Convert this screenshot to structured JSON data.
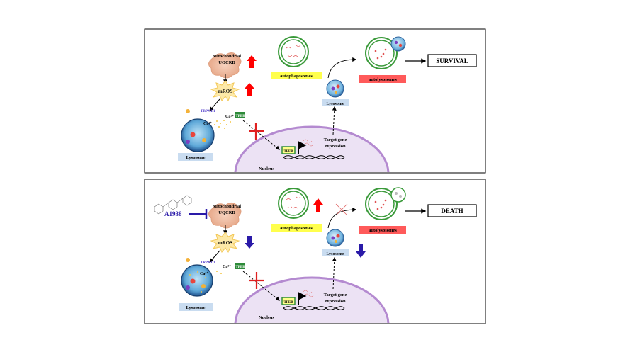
{
  "panel_top": {
    "mito": [
      "Mitochondrial",
      "UQCRB"
    ],
    "mros": "mROS",
    "trpml1": "TRPML1",
    "ca": "Ca²⁺",
    "ca2": "Ca²⁺",
    "tfeb": "TFEB",
    "tfeb_nuc": "TFEB",
    "lysosome_left": "Lysosome",
    "nucleus": "Nucleus",
    "target": [
      "Target gene",
      "expression"
    ],
    "autophagosomes": "autophagosomes",
    "lysosome_mid": "Lysosome",
    "autolysosomes": "autolysosomes",
    "outcome": "SURVIVAL"
  },
  "panel_bottom": {
    "drug": "A1938",
    "mito": [
      "Mitochondrial",
      "UQCRB"
    ],
    "mros": "mROS",
    "trpml1": "TRPML1",
    "ca": "Ca²⁺",
    "ca2": "Ca²⁺",
    "tfeb": "TFEB",
    "tfeb_nuc": "TFEB",
    "lysosome_left": "Lysosome",
    "nucleus": "Nucleus",
    "target": [
      "Target gene",
      "expression"
    ],
    "autophagosomes": "autophagosomes",
    "lysosome_mid": "Lysosome",
    "autolysosomes": "autolysosomes",
    "outcome": "DEATH"
  },
  "colors": {
    "up_arrow": "#ff0000",
    "down_arrow": "#2a1aa8",
    "yellow_label": "#ffff4d",
    "red_label": "#ff5a5a",
    "blue_label": "#c9dcf0",
    "nucleus": "#ece2f4",
    "nucleus_stroke": "#b48ad0",
    "tfeb_box": "#2e8b3a",
    "vesicle_green": "#3a9a3a"
  }
}
